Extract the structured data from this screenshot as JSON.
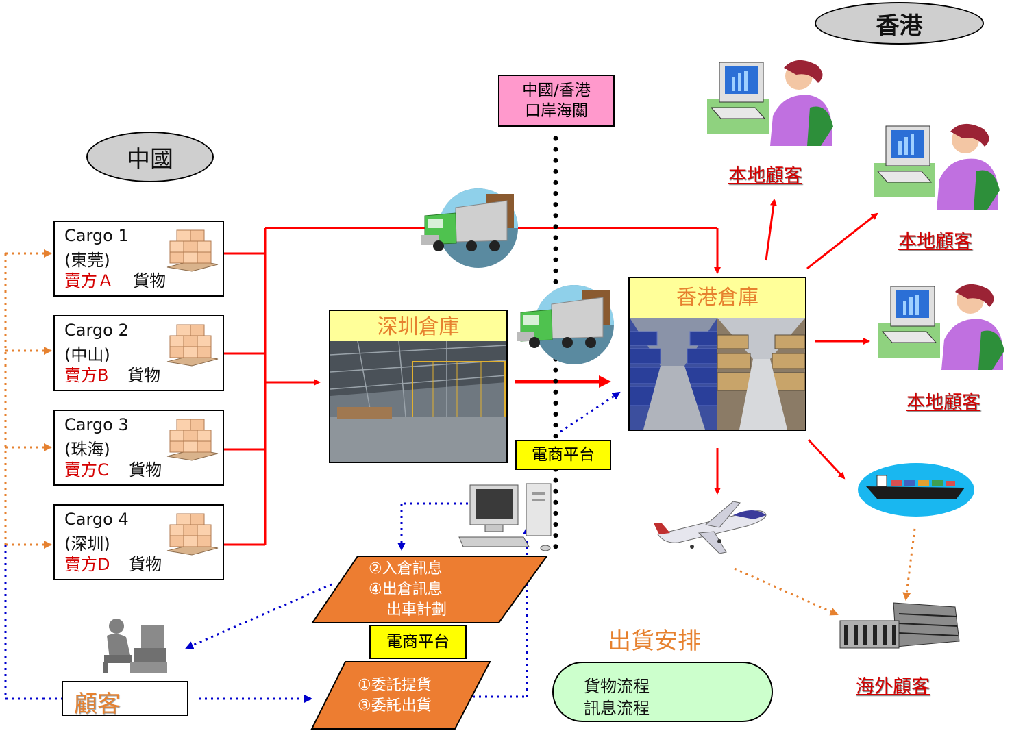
{
  "regions": {
    "china": "中國",
    "hong_kong": "香港"
  },
  "cargo": [
    {
      "name": "Cargo 1",
      "city": "(東莞)",
      "seller": "賣方Ａ",
      "goods": "貨物"
    },
    {
      "name": "Cargo 2",
      "city": "(中山)",
      "seller": "賣方B",
      "goods": "貨物"
    },
    {
      "name": "Cargo 3",
      "city": "(珠海)",
      "seller": "賣方C",
      "goods": "貨物"
    },
    {
      "name": "Cargo 4",
      "city": "(深圳)",
      "seller": "賣方D",
      "goods": "貨物"
    }
  ],
  "shenzhen_warehouse": "深圳倉庫",
  "hk_warehouse": "香港倉庫",
  "customs": {
    "line1": "中國/香港",
    "line2": "口岸海關"
  },
  "ecommerce_platform": "電商平台",
  "ecommerce_platform_2": "電商平台",
  "messages_top": {
    "line1": "②入倉訊息",
    "line2": "④出倉訊息",
    "line3": "出車計劃"
  },
  "messages_bottom": {
    "line1": "①委託提貨",
    "line2": "③委託出貨"
  },
  "customer": "顧客",
  "local_customers": [
    "本地顧客",
    "本地顧客",
    "本地顧客"
  ],
  "overseas_customer": "海外顧客",
  "shipping_arrangement": "出貨安排",
  "legend": {
    "goods_flow": "貨物流程",
    "info_flow": "訊息流程"
  },
  "colors": {
    "goods_flow": "#ff0000",
    "info_flow": "#0000cc",
    "customer_flow": "#e6812f"
  }
}
